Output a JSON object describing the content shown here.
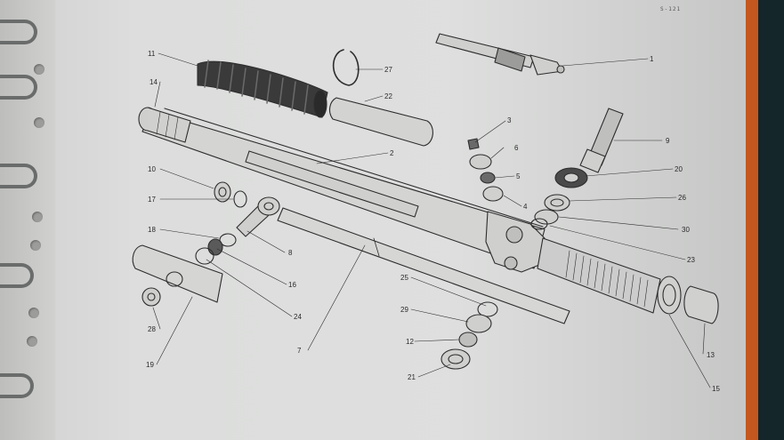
{
  "page_id": "S-121",
  "callouts": [
    {
      "part": "main-housing",
      "number": "2"
    },
    {
      "part": "pinion-housing",
      "number": "1"
    },
    {
      "part": "bellows-boot",
      "number": "11"
    },
    {
      "part": "rack-end-cap",
      "number": "14"
    },
    {
      "part": "circlip",
      "number": "27"
    },
    {
      "part": "half-sleeve",
      "number": "22"
    },
    {
      "part": "bolt-head",
      "number": "3"
    },
    {
      "part": "pinion-nut",
      "number": "6"
    },
    {
      "part": "small-washer",
      "number": "5"
    },
    {
      "part": "spacer-bush",
      "number": "4"
    },
    {
      "part": "pinion-shaft",
      "number": "9"
    },
    {
      "part": "pinion-seal",
      "number": "20"
    },
    {
      "part": "thrust-ring",
      "number": "26"
    },
    {
      "part": "bearing-ring",
      "number": "30"
    },
    {
      "part": "pinion-washer",
      "number": "23"
    },
    {
      "part": "lock-nut-left",
      "number": "10"
    },
    {
      "part": "washer-left",
      "number": "17"
    },
    {
      "part": "tie-rod-joint",
      "number": "8"
    },
    {
      "part": "spacer-ring",
      "number": "18"
    },
    {
      "part": "spring-washer",
      "number": "16"
    },
    {
      "part": "joint-seal",
      "number": "24"
    },
    {
      "part": "rack-bar",
      "number": "7"
    },
    {
      "part": "clamp-housing",
      "number": "19"
    },
    {
      "part": "clamp-nut",
      "number": "28"
    },
    {
      "part": "rack-guide",
      "number": "25"
    },
    {
      "part": "guide-spring",
      "number": "29"
    },
    {
      "part": "guide-nut",
      "number": "12"
    },
    {
      "part": "guide-cap",
      "number": "21"
    },
    {
      "part": "end-cover",
      "number": "13"
    },
    {
      "part": "adjuster-nut",
      "number": "15"
    }
  ]
}
